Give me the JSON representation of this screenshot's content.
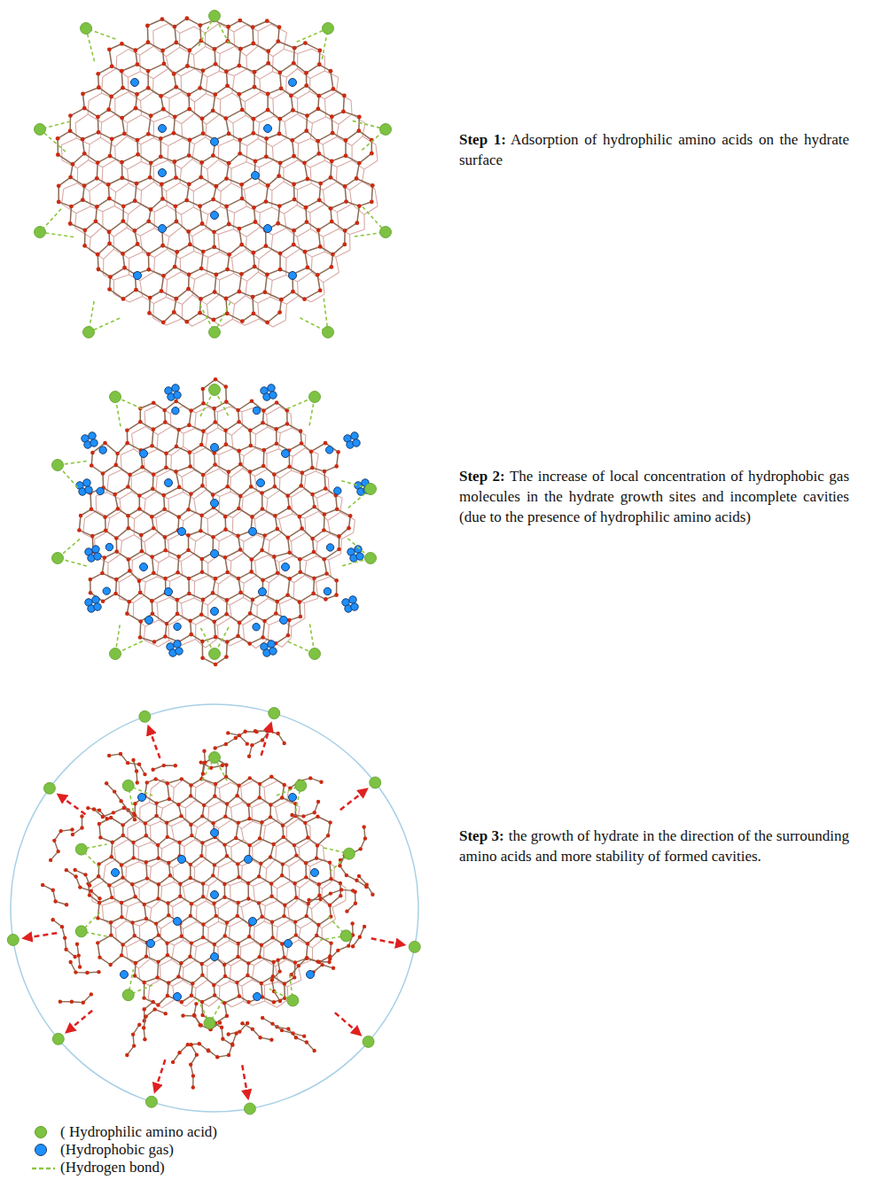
{
  "diagram": {
    "labels": [
      "Step 1:",
      "Adsorption of hydrophilic amino acids on the hydrate surface",
      "Step 2:",
      "The increase of local concentration of hydrophobic gas molecules in the hydrate growth sites and incomplete cavities (due to the presence of hydrophilic amino acids)",
      "Step 3:",
      "the growth of hydrate in the direction of the surrounding amino acids and more stability of formed cavities."
    ],
    "legend": [
      {
        "text": "( Hydrophilic amino acid)",
        "color": "#7dc242"
      },
      {
        "text": "(Hydrophobic gas)",
        "color": "#1e90ff"
      },
      {
        "text": "(Hydrogen bond)"
      }
    ]
  }
}
